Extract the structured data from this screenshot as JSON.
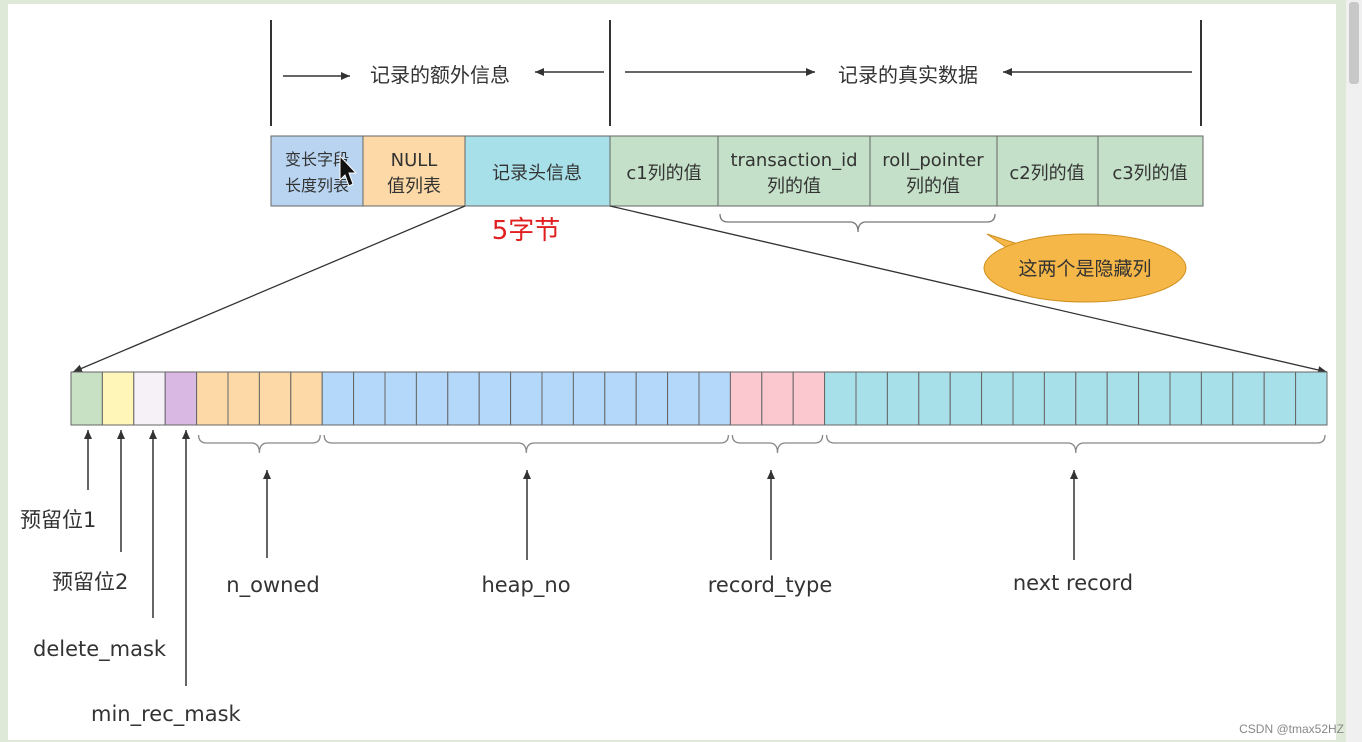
{
  "header": {
    "extra_info": "记录的额外信息",
    "real_data": "记录的真实数据"
  },
  "record_cells": {
    "var_len_1": "变长字段",
    "var_len_2": "长度列表",
    "null_1": "NULL",
    "null_2": "值列表",
    "record_header": "记录头信息",
    "c1": "c1列的值",
    "trx_1": "transaction_id",
    "trx_2": "列的值",
    "roll_1": "roll_pointer",
    "roll_2": "列的值",
    "c2": "c2列的值",
    "c3": "c3列的值"
  },
  "five_bytes": "5字节",
  "hidden_note": "这两个是隐藏列",
  "bit_labels": {
    "reserved1": "预留位1",
    "reserved2": "预留位2",
    "delete_mask": "delete_mask",
    "min_rec_mask": "min_rec_mask",
    "n_owned": "n_owned",
    "heap_no": "heap_no",
    "record_type": "record_type",
    "next_record": "next record"
  },
  "bit_groups": [
    {
      "name": "reserved1",
      "bits": 1,
      "color": "#c8e0c4"
    },
    {
      "name": "reserved2",
      "bits": 1,
      "color": "#fff6b8"
    },
    {
      "name": "delete_mask",
      "bits": 1,
      "color": "#f6f1f6"
    },
    {
      "name": "min_rec_mask",
      "bits": 1,
      "color": "#d9b8e4"
    },
    {
      "name": "n_owned",
      "bits": 4,
      "color": "#fcd9a6"
    },
    {
      "name": "heap_no",
      "bits": 13,
      "color": "#b4d8fa"
    },
    {
      "name": "record_type",
      "bits": 3,
      "color": "#fbc8d0"
    },
    {
      "name": "next_record",
      "bits": 16,
      "color": "#a8e0ea"
    }
  ],
  "colors": {
    "var_len": "#b8d4f0",
    "null_list": "#fcd9a6",
    "record_header": "#a8e0ea",
    "data": "#c4e0c8",
    "five_bytes": "#e02020",
    "note_bubble": "#f5b748"
  },
  "watermark": "CSDN @tmax52HZ"
}
